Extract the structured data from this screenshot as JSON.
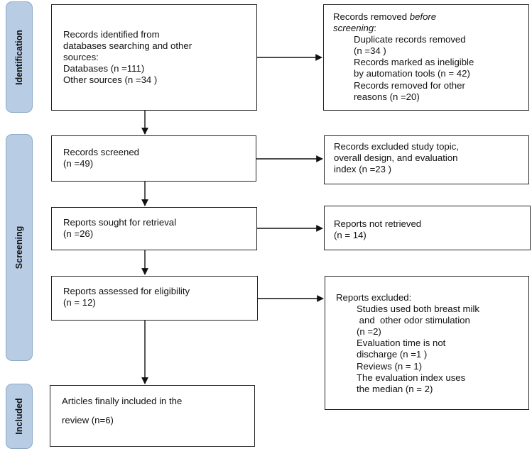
{
  "phases": {
    "identification": "Identification",
    "screening": "Screening",
    "included": "Included"
  },
  "identified": {
    "line1": "Records identified from",
    "line2": "databases searching and other",
    "line3": "sources:",
    "line4": "Databases (n =111)",
    "line5": "Other sources (n =34 )"
  },
  "removed": {
    "line1_prefix": "Records removed ",
    "line1_italic": "before",
    "line2": "screening",
    "line2_suffix": ":",
    "dup1": "Duplicate records removed",
    "dup2": "(n =34 )",
    "auto1": "Records marked as ineligible",
    "auto2": "by automation tools (n = 42)",
    "other1": "Records removed for other",
    "other2": "reasons (n =20)"
  },
  "screened": {
    "line1": "Records screened",
    "line2": "(n =49)"
  },
  "excluded_screen": {
    "line1": "Records excluded  study topic,",
    "line2": "overall design, and evaluation",
    "line3": "index (n =23 )"
  },
  "sought": {
    "line1": "Reports sought for retrieval",
    "line2": "(n =26)"
  },
  "not_retrieved": {
    "line1": "Reports not retrieved",
    "line2": "(n = 14)"
  },
  "assessed": {
    "line1": "Reports assessed for eligibility",
    "line2": "(n = 12)"
  },
  "reports_excluded": {
    "title": "Reports excluded:",
    "r1a": "Studies used both breast milk",
    "r1b": " and  other odor stimulation",
    "r1c": "(n =2)",
    "r2a": "Evaluation time is not",
    "r2b": "discharge (n =1 )",
    "r3": "Reviews (n = 1)",
    "r4a": "The evaluation index uses",
    "r4b": "the median  (n = 2)"
  },
  "included_box": {
    "line1": "Articles finally included in the",
    "line2": "review (n=6)"
  },
  "colors": {
    "phase_fill": "#b8cce4",
    "border": "#222222",
    "arrow": "#111111"
  }
}
